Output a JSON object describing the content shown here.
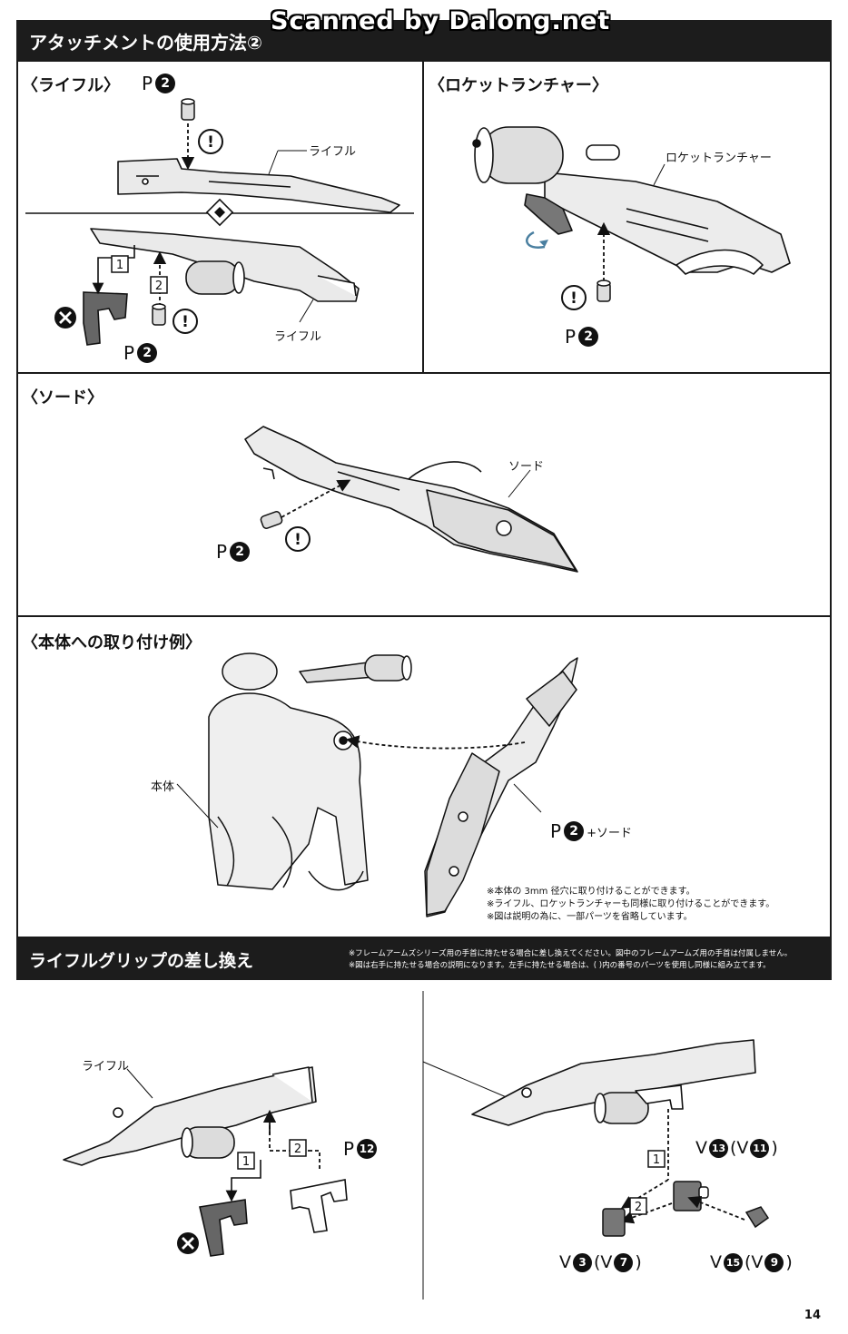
{
  "header": {
    "scanner_credit": "Scanned by Dalong.net",
    "section_title": "アタッチメントの使用方法②"
  },
  "rifle_section": {
    "title": "〈ライフル〉",
    "part_code": "P",
    "part_num": "2",
    "label_top": "ライフル",
    "label_bottom": "ライフル",
    "step1": "1",
    "step2": "2",
    "part_code_bottom": "P",
    "part_num_bottom": "2"
  },
  "rocket_section": {
    "title": "〈ロケットランチャー〉",
    "label": "ロケットランチャー",
    "part_code": "P",
    "part_num": "2"
  },
  "sword_section": {
    "title": "〈ソード〉",
    "label": "ソード",
    "part_code": "P",
    "part_num": "2"
  },
  "mount_section": {
    "title": "〈本体への取り付け例〉",
    "body_label": "本体",
    "part_code": "P",
    "part_num": "2",
    "part_suffix": "+ソード",
    "notes": [
      "※本体の 3mm 径穴に取り付けることができます。",
      "※ライフル、ロケットランチャーも同様に取り付けることができます。",
      "※図は説明の為に、一部パーツを省略しています。"
    ]
  },
  "grip_section": {
    "title": "ライフルグリップの差し換え",
    "header_notes": [
      "※フレームアームズシリーズ用の手首に持たせる場合に差し換えてください。図中のフレームアームズ用の手首は付属しません。",
      "※図は右手に持たせる場合の説明になります。左手に持たせる場合は、( )内の番号のパーツを使用し同様に組み立てます。"
    ],
    "left": {
      "label": "ライフル",
      "step1": "1",
      "step2": "2",
      "part_code": "P",
      "part_num": "12"
    },
    "right": {
      "step1": "1",
      "step2": "2",
      "part_a_code": "V",
      "part_a_num": "13",
      "part_a_alt_code": "(V",
      "part_a_alt_num": "11",
      "part_b_code": "V",
      "part_b_num": "3",
      "part_b_alt_code": "(V",
      "part_b_alt_num": "7",
      "part_c_code": "V",
      "part_c_num": "15",
      "part_c_alt_code": "(V",
      "part_c_alt_num": "9"
    }
  },
  "footer": {
    "page_number": "14"
  }
}
